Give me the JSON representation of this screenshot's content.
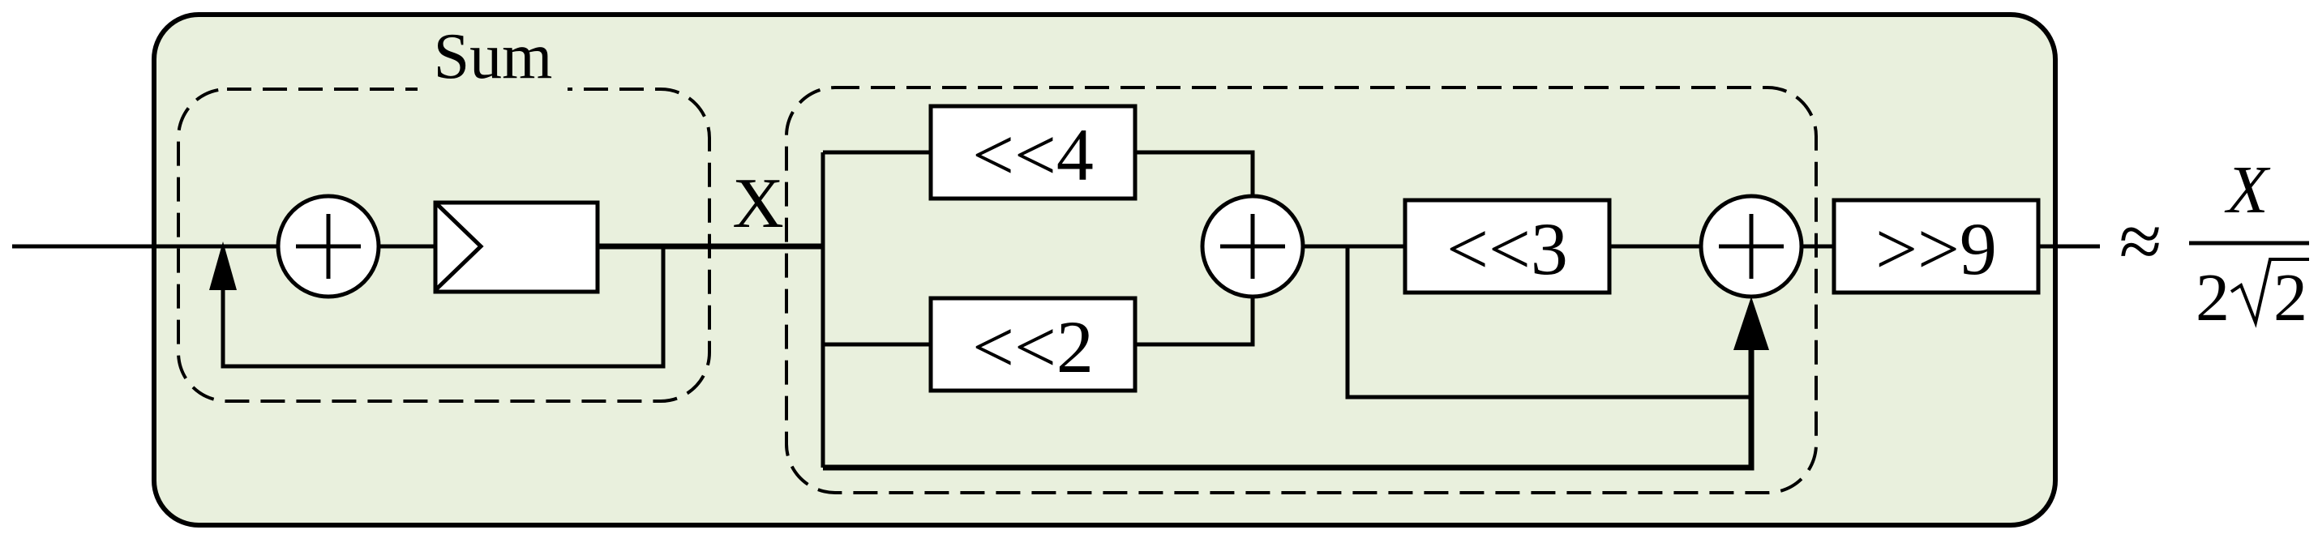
{
  "diagram": {
    "sum_label": "Sum",
    "x_label": "X",
    "blocks": {
      "shift_left_4": "<<4",
      "shift_left_2": "<<2",
      "shift_left_3": "<<3",
      "shift_right_9": ">>9"
    },
    "adder_symbol": "+",
    "approx_symbol": "≈",
    "output": {
      "numerator": "X",
      "denominator_coef": "2",
      "denominator_radicand": "2"
    },
    "colors": {
      "panel_fill": "#e9f0dd",
      "stroke": "#000000"
    }
  }
}
